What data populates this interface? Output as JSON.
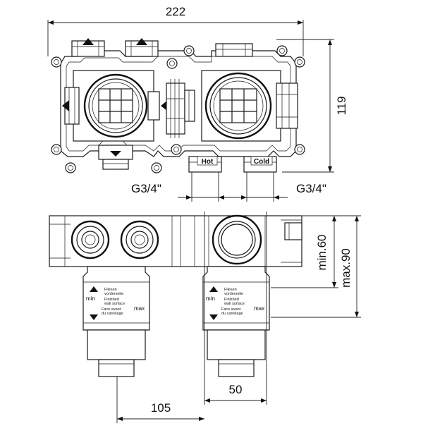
{
  "dimensions": {
    "overall_width": "222",
    "height_top": "119",
    "thread_left": "G3/4\"",
    "thread_right": "G3/4\"",
    "min_depth": "min.60",
    "max_depth": "max.90",
    "spacing_small": "50",
    "spacing_large": "105"
  },
  "port_labels": {
    "hot": "Hot",
    "cold": "Cold"
  },
  "depth_labels": {
    "min_word": "min",
    "max_word": "max",
    "lines": [
      "Fliesen",
      "vorderseite",
      "Finished",
      "wall surface",
      "Face avant",
      "du carrelage"
    ]
  }
}
